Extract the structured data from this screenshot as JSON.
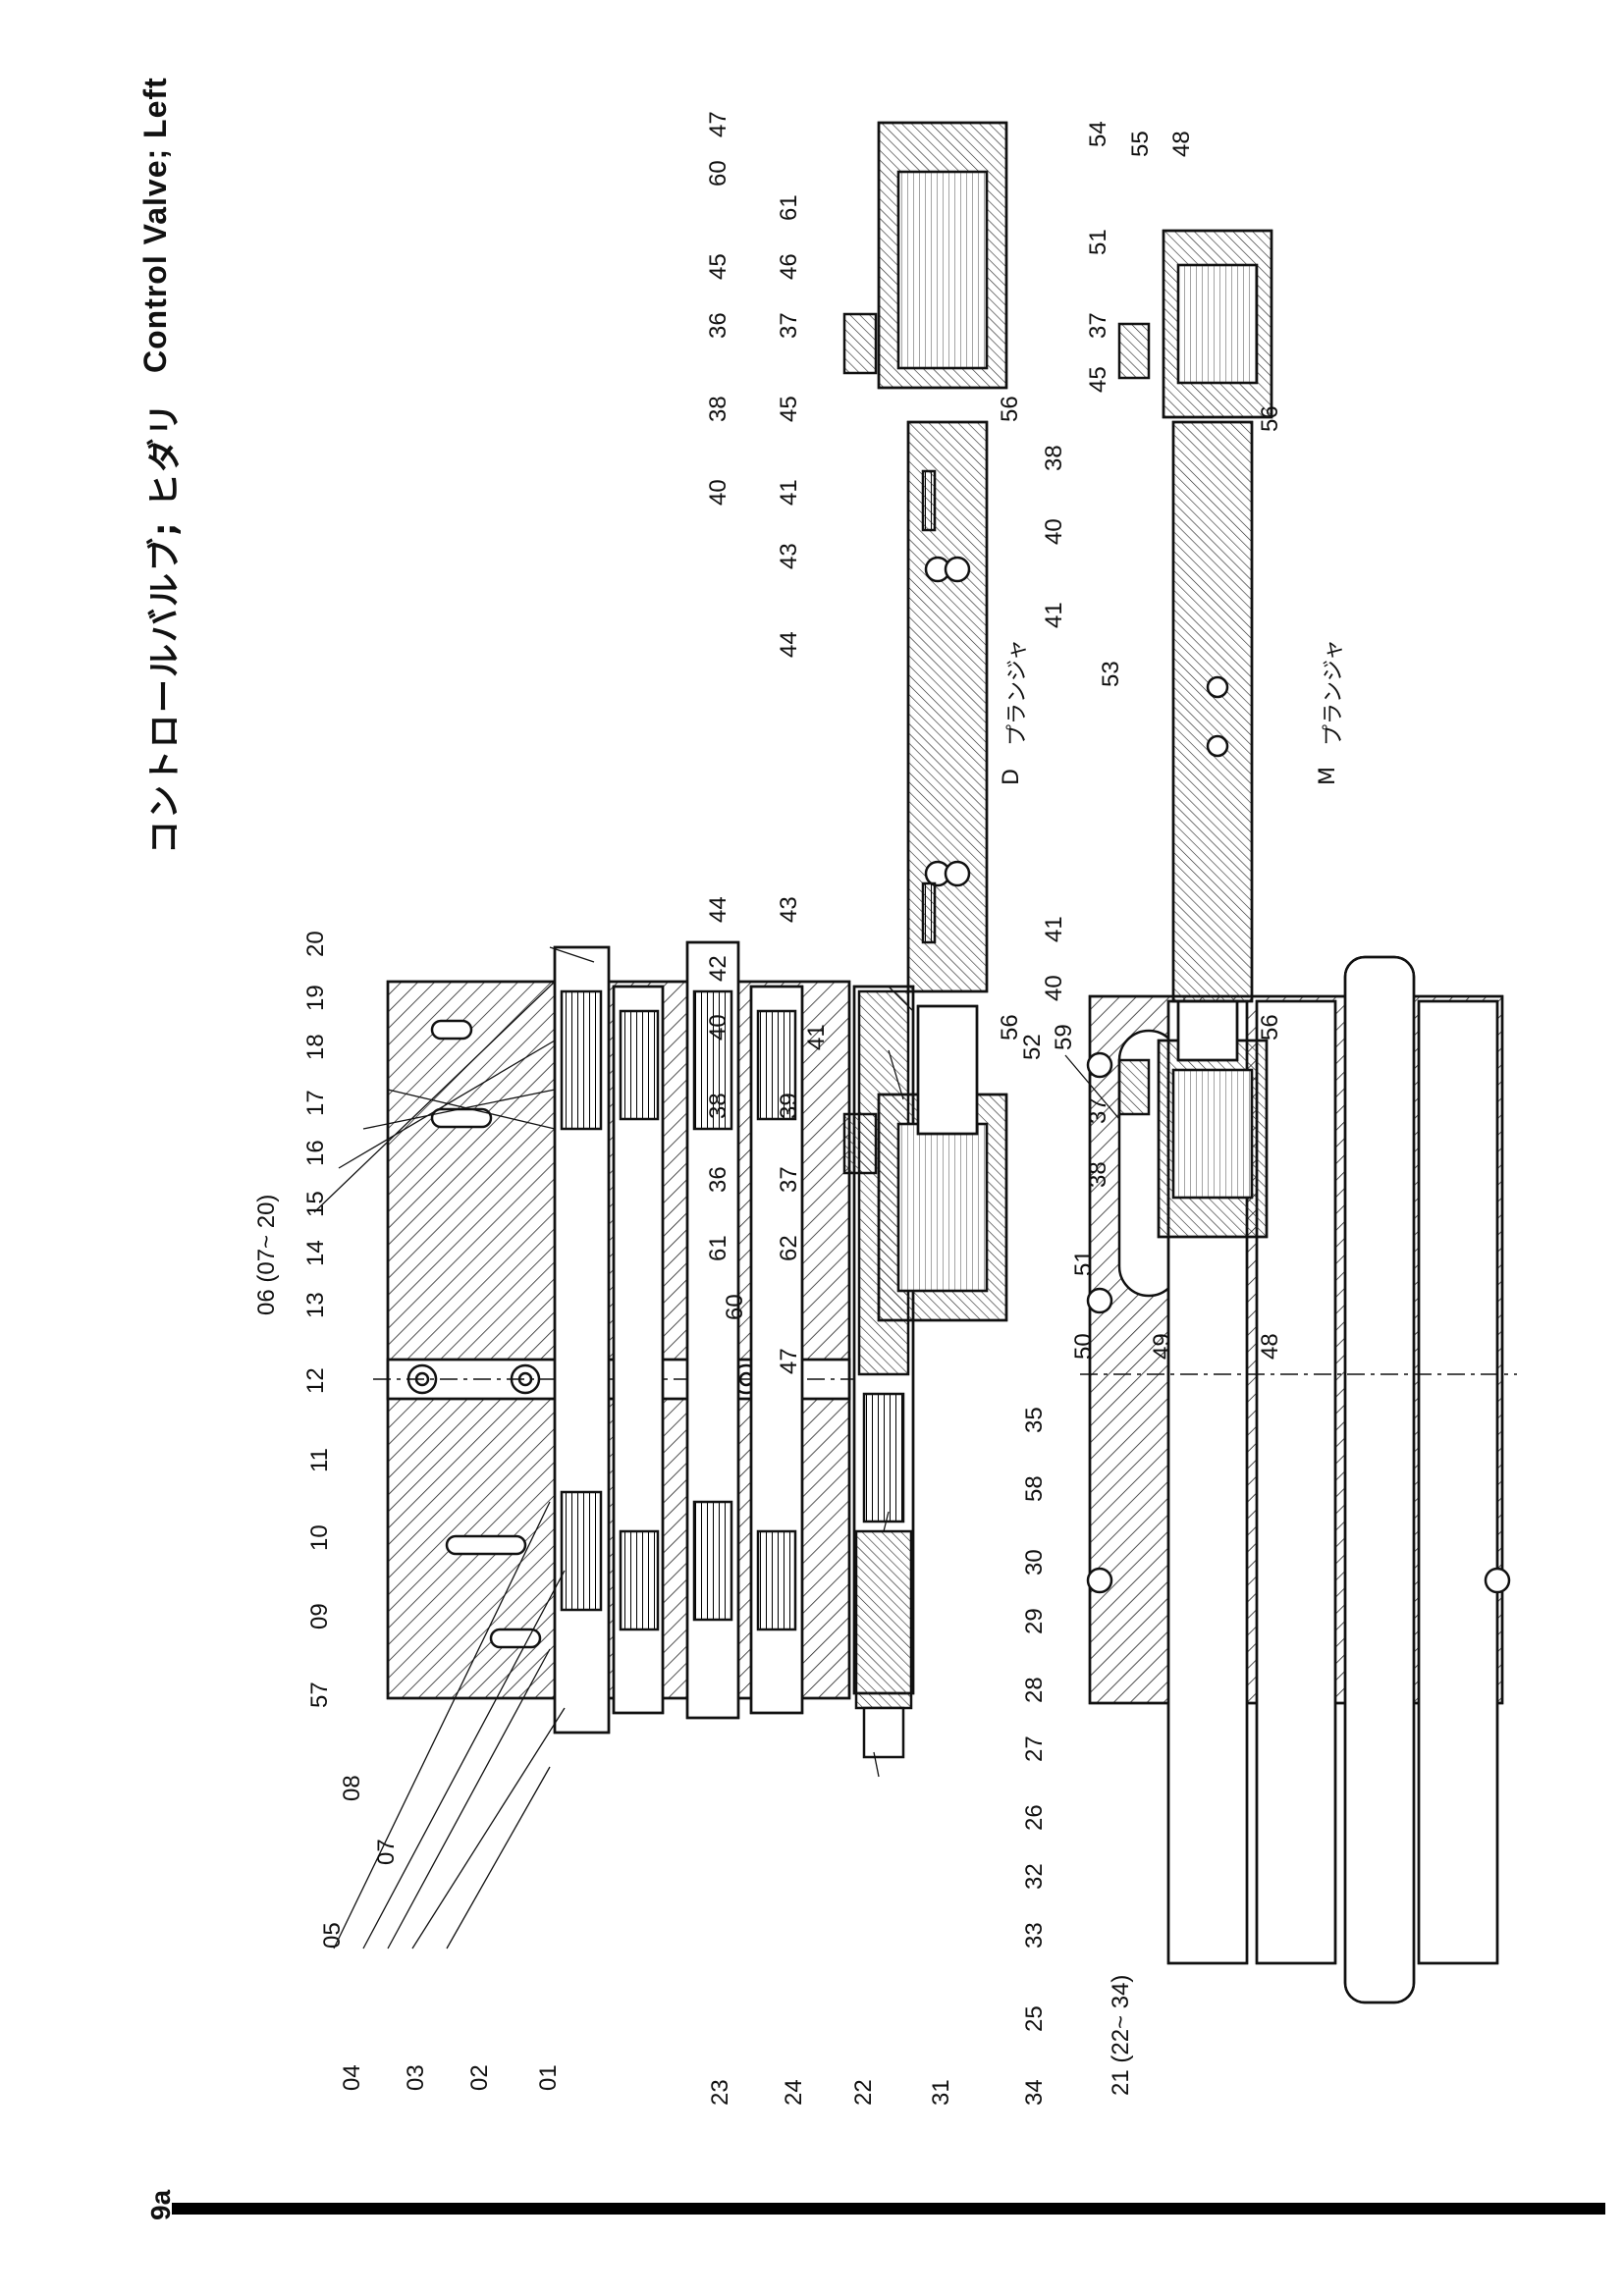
{
  "header": {
    "title_jp": "コントロールバルブ; ヒダリ",
    "title_en": "Control Valve; Left",
    "page_number": "9a"
  },
  "captions": {
    "d_plunger_letter": "D",
    "d_plunger_jp": "プランジャ",
    "m_plunger_letter": "M",
    "m_plunger_jp": "プランジャ"
  },
  "callouts": {
    "body_left": [
      "01",
      "02",
      "03",
      "04",
      "05",
      "07",
      "08",
      "57",
      "09",
      "10",
      "11",
      "12",
      "13",
      "14",
      "15",
      "16",
      "17",
      "18",
      "19",
      "20"
    ],
    "assembly_note": "06 (07~ 20)",
    "body_right": [
      "35",
      "58",
      "30",
      "29",
      "28",
      "27",
      "26",
      "32",
      "33",
      "25"
    ],
    "relief_bottom": [
      "23",
      "24",
      "22",
      "31",
      "34"
    ],
    "end_view": [
      "21 (22~ 34)",
      "59"
    ],
    "d_left_cap": [
      "47",
      "60",
      "61",
      "62",
      "36",
      "37",
      "38",
      "39",
      "40",
      "41",
      "56"
    ],
    "d_plunger": [
      "42",
      "43",
      "44",
      "43",
      "44"
    ],
    "d_right_cap": [
      "60",
      "47",
      "61",
      "45",
      "46",
      "36",
      "37",
      "38",
      "45",
      "40",
      "41",
      "56"
    ],
    "m_left_cap": [
      "48",
      "49",
      "50",
      "51",
      "38",
      "37",
      "52",
      "40",
      "41",
      "56"
    ],
    "m_plunger": [
      "53"
    ],
    "m_right_cap": [
      "54",
      "55",
      "48",
      "51",
      "37",
      "45",
      "38",
      "40",
      "41",
      "56"
    ]
  }
}
